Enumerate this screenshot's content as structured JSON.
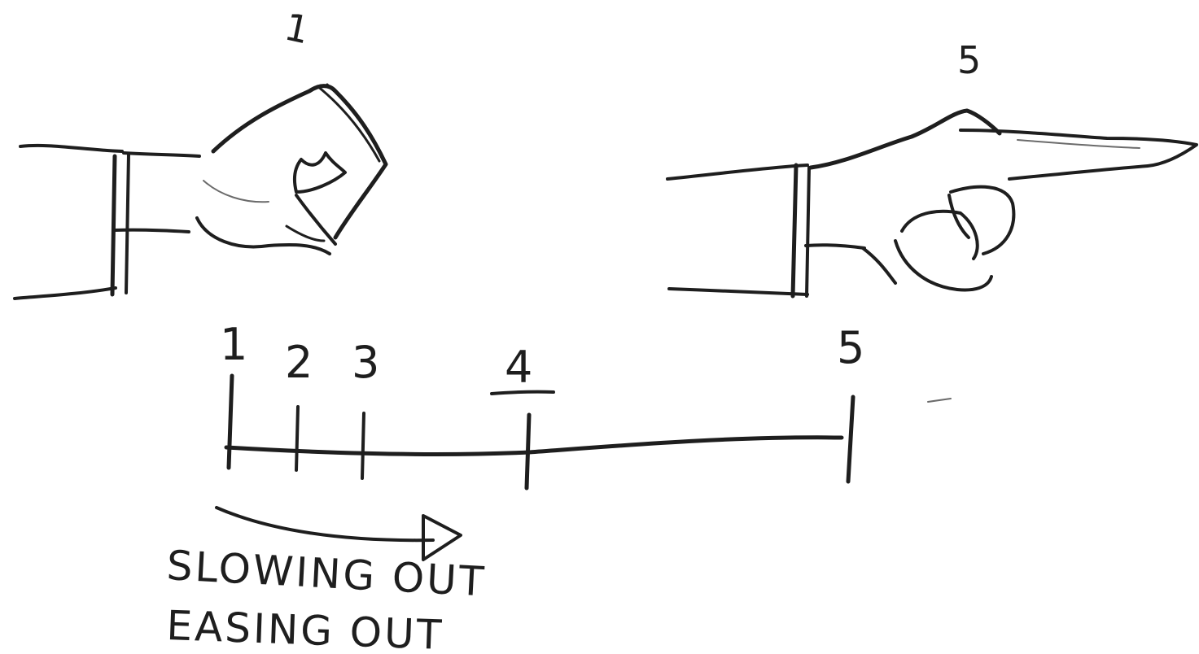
{
  "hands": [
    {
      "id": "fist",
      "label": "1",
      "pose": "closed-fist-icon"
    },
    {
      "id": "pointing",
      "label": "5",
      "pose": "pointing-hand-icon"
    }
  ],
  "timeline": {
    "ticks": [
      {
        "label": "1",
        "underlined": false
      },
      {
        "label": "2",
        "underlined": false
      },
      {
        "label": "3",
        "underlined": false
      },
      {
        "label": "4",
        "underlined": true
      },
      {
        "label": "5",
        "underlined": false
      }
    ]
  },
  "caption": {
    "line1": "SLOWING OUT",
    "line2": "EASING OUT"
  },
  "colors": {
    "ink": "#1e1e1e",
    "paper": "#ffffff"
  }
}
